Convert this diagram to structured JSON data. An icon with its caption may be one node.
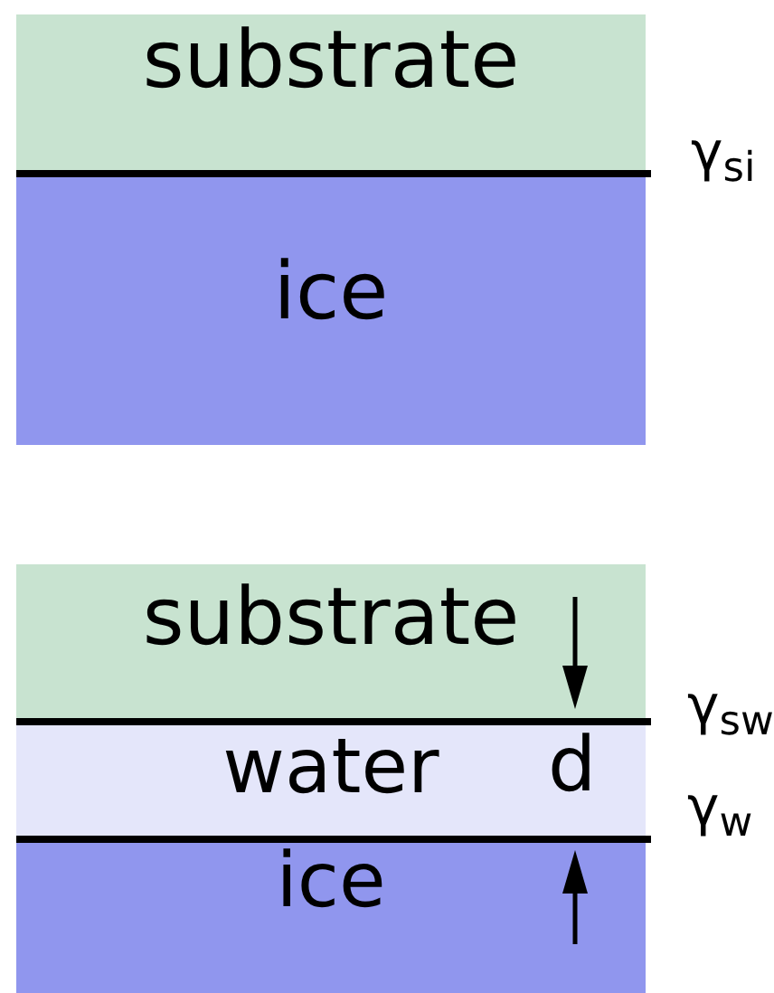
{
  "diagram": {
    "nodes": [
      {
        "text": [
          "substrate"
        ]
      },
      {
        "text": [
          "ice"
        ]
      },
      {
        "text": [
          "substrate"
        ]
      },
      {
        "text": [
          "water"
        ]
      },
      {
        "text": [
          "ice"
        ]
      }
    ],
    "labels": [
      "γ$_{si}$",
      "γ$_{sw}$",
      "d",
      "γ$_{w}$"
    ]
  }
}
